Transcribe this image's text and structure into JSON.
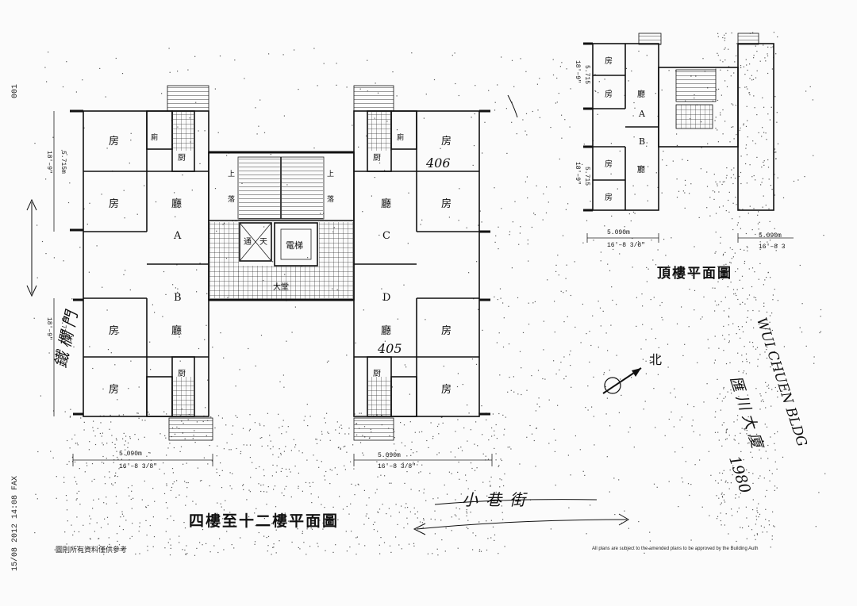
{
  "fax_header": {
    "page_id": "001",
    "timestamp": "15/08 2012 14:08 FAX"
  },
  "main_plan": {
    "title": "四樓至十二樓平面圖",
    "units": [
      {
        "letter": "A",
        "living": "廳"
      },
      {
        "letter": "B",
        "living": "廳"
      },
      {
        "letter": "C",
        "living": "廳"
      },
      {
        "letter": "D",
        "living": "廳"
      }
    ],
    "room_label": "房",
    "kitchen_label": "厨",
    "bath_label": "廁",
    "stair_labels": [
      "上",
      "落",
      "上",
      "落"
    ],
    "light_well": [
      "通",
      "天"
    ],
    "elevator": "電梯",
    "lobby": "大堂",
    "dimensions": {
      "width_left": [
        "5.090m",
        "16'–8 3/8\""
      ],
      "width_right": [
        "5.090m",
        "16'–8 3/8\""
      ],
      "height_top": [
        "18'–9\"",
        "5.715m"
      ],
      "height_bottom": [
        "18'–9\"",
        "5.715m"
      ]
    },
    "handwritten_unit_numbers": [
      "406",
      "405"
    ]
  },
  "roof_plan": {
    "title": "頂樓平面圖",
    "units": [
      "A",
      "B"
    ],
    "room_label": "房",
    "living_label": "廳",
    "dimensions": {
      "width_left": [
        "5.090m",
        "16'–8 3/8\""
      ],
      "width_right": [
        "5.090m",
        "16'–8 3"
      ],
      "height_top": [
        "18'–9\"",
        "5.715"
      ],
      "height_bottom": [
        "18'–9\"",
        "5.715"
      ]
    }
  },
  "north_label": "北",
  "handwritten": {
    "building_en": "WUI CHUEN BLDG",
    "building_zh": "匯川大廈",
    "year": "1980",
    "left_note": "鐵欄門",
    "bottom_note": "小巷街"
  },
  "footer_notes": {
    "zh": "圖則所有資料僅供參考",
    "en": "All plans are subject to the amended plans to be approved by the Building Auth"
  }
}
